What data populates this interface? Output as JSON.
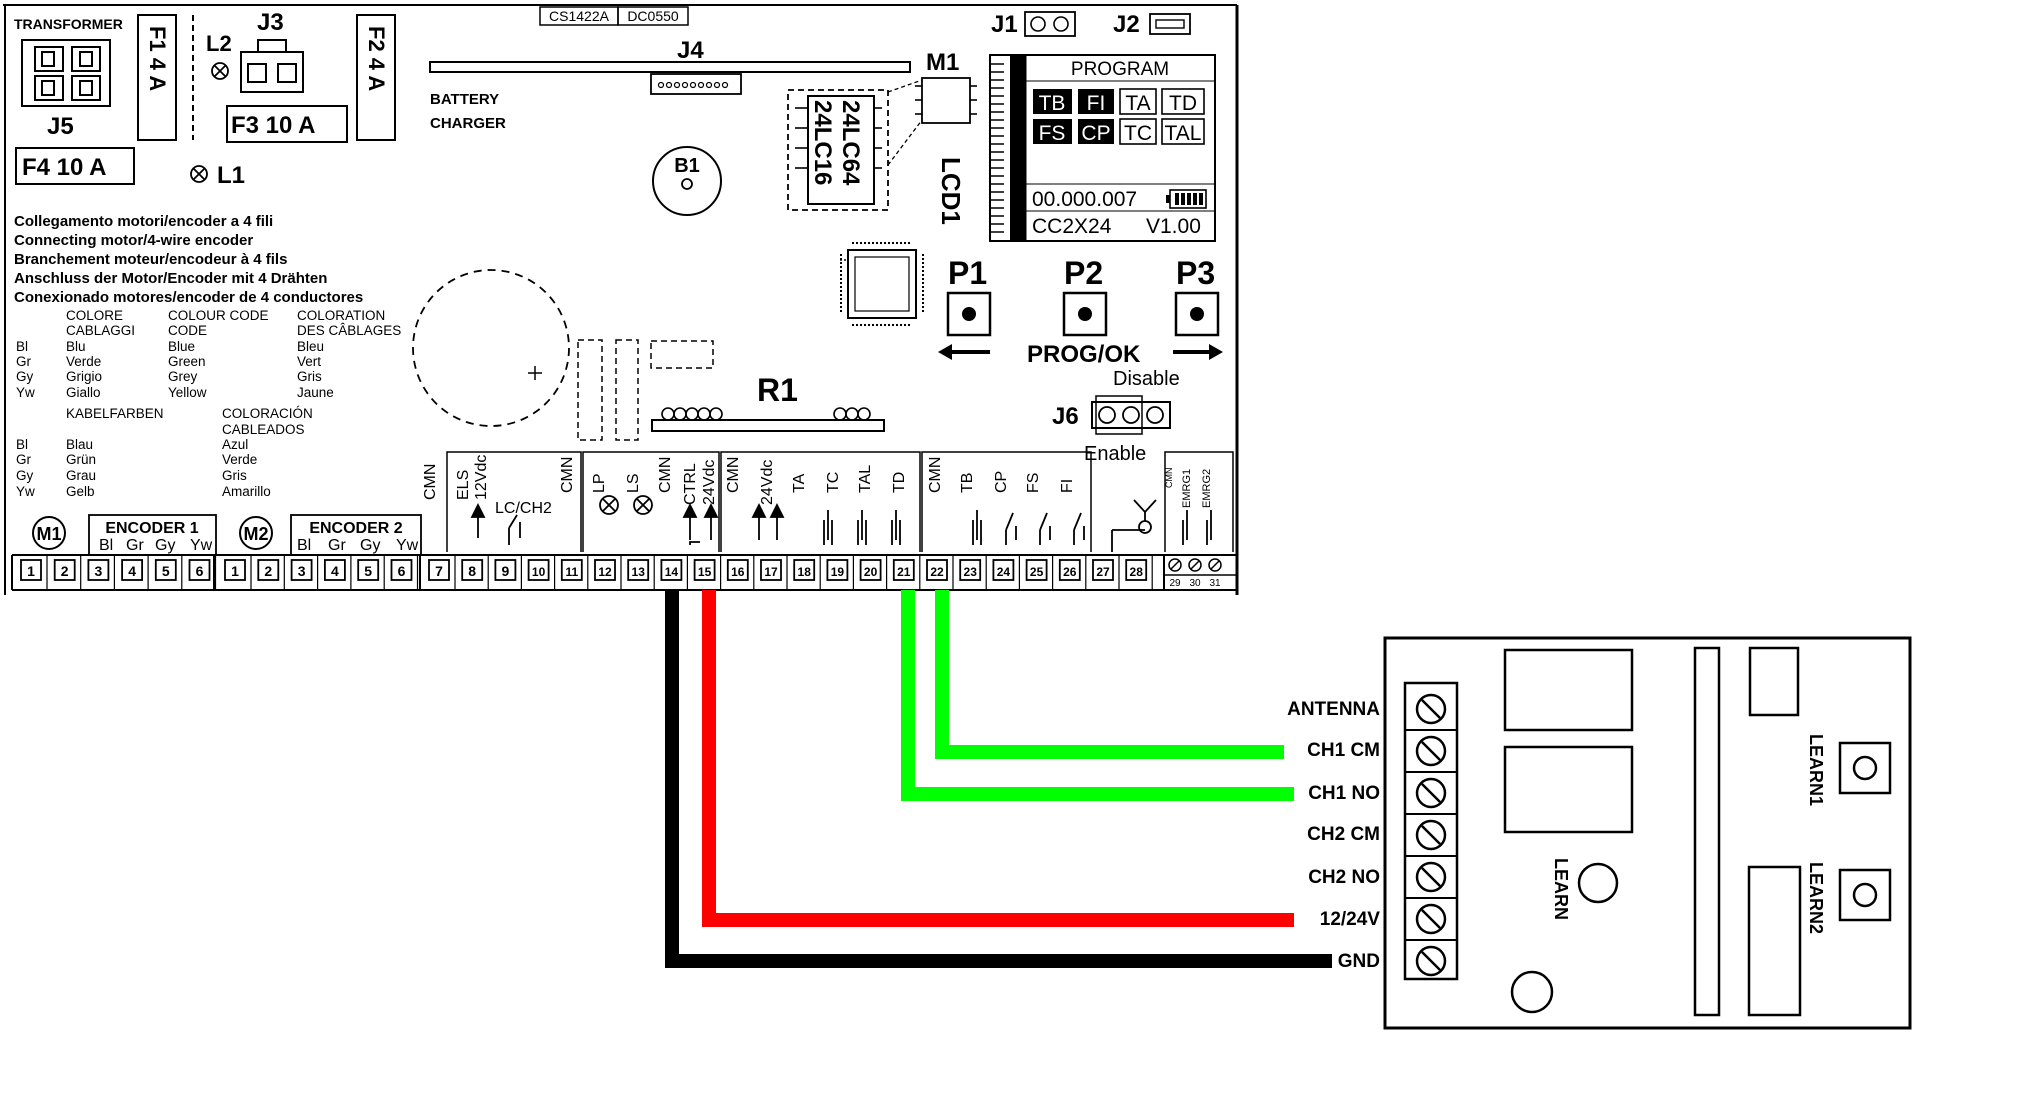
{
  "board": {
    "code1": "CS1422A",
    "code2": "DC0550",
    "transformer": "TRANSFORMER",
    "j5": "J5",
    "j3": "J3",
    "f1": "F1  4 A",
    "f2": "F2  4 A",
    "f3": "F3  10 A",
    "f4": "F4  10 A",
    "l1": "L1",
    "l2": "L2",
    "j4": "J4",
    "battery": "BATTERY",
    "charger": "CHARGER",
    "b1": "B1",
    "chip_a": "24LC64",
    "chip_b": "24LC16",
    "m1": "M1",
    "j1": "J1",
    "j2": "J2",
    "lcd": "LCD1",
    "r1": "R1",
    "p1": "P1",
    "p2": "P2",
    "p3": "P3",
    "prog_ok": "PROG/OK",
    "j6": "J6",
    "disable": "Disable",
    "enable": "Enable"
  },
  "lcd_screen": {
    "title": "PROGRAM",
    "row1": [
      "TB",
      "FI",
      "TA",
      "TD"
    ],
    "row2": [
      "FS",
      "CP",
      "TC",
      "TAL"
    ],
    "counter": "00.000.007",
    "model": "CC2X24",
    "version": "V1.00"
  },
  "wiring_note": [
    "Collegamento motori/encoder a 4 fili",
    "Connecting motor/4-wire encoder",
    "Branchement moteur/encodeur à 4 fils",
    "Anschluss der Motor/Encoder mit 4 Drähten",
    "Conexionado motores/encoder de 4 conductores"
  ],
  "color_codes": {
    "headers_top": [
      "COLORE",
      "CABLAGGI",
      "COLOUR CODE",
      "CODE",
      "COLORATION",
      "DES CÂBLAGES"
    ],
    "abbr": [
      "Bl",
      "Gr",
      "Gy",
      "Yw"
    ],
    "it": [
      "Blu",
      "Verde",
      "Grigio",
      "Giallo"
    ],
    "en": [
      "Blue",
      "Green",
      "Grey",
      "Yellow"
    ],
    "fr": [
      "Bleu",
      "Vert",
      "Gris",
      "Jaune"
    ],
    "header_de": "KABELFARBEN",
    "header_es1": "COLORACIÓN",
    "header_es2": "CABLEADOS",
    "de": [
      "Blau",
      "Grün",
      "Grau",
      "Gelb"
    ],
    "es": [
      "Azul",
      "Verde",
      "Gris",
      "Amarillo"
    ]
  },
  "encoders": {
    "m1": "M1",
    "m2": "M2",
    "enc1": "ENCODER 1",
    "enc2": "ENCODER 2",
    "cols": [
      "Bl",
      "Gr",
      "Gy",
      "Yw"
    ]
  },
  "terminal_labels": [
    {
      "label": "CMN"
    },
    {
      "label": "ELS"
    },
    {
      "label": "12Vdc"
    },
    {
      "label": "LC/CH2"
    },
    {
      "label": "CMN"
    },
    {
      "label": "LP"
    },
    {
      "label": "LS"
    },
    {
      "label": "CMN"
    },
    {
      "label": "CTRL"
    },
    {
      "label": "24Vdc"
    },
    {
      "label": "CMN"
    },
    {
      "label": "24Vdc"
    },
    {
      "label": "TA"
    },
    {
      "label": "TC"
    },
    {
      "label": "TAL"
    },
    {
      "label": "TD"
    },
    {
      "label": "CMN"
    },
    {
      "label": "TB"
    },
    {
      "label": "CP"
    },
    {
      "label": "FS"
    },
    {
      "label": "FI"
    },
    {
      "label": "CMN"
    },
    {
      "label": "EMRG1"
    },
    {
      "label": "EMRG2"
    }
  ],
  "terminals": [
    "1",
    "2",
    "3",
    "4",
    "5",
    "6",
    "1",
    "2",
    "3",
    "4",
    "5",
    "6",
    "7",
    "8",
    "9",
    "10",
    "11",
    "12",
    "13",
    "14",
    "15",
    "16",
    "17",
    "18",
    "19",
    "20",
    "21",
    "22",
    "23",
    "24",
    "25",
    "26",
    "27",
    "28"
  ],
  "small_terminals": [
    "29",
    "30",
    "31"
  ],
  "receiver": {
    "pins": [
      "ANTENNA",
      "CH1 CM",
      "CH1 NO",
      "CH2 CM",
      "CH2 NO",
      "12/24V",
      "GND"
    ],
    "learn": "LEARN",
    "learn1": "LEARN1",
    "learn2": "LEARN2"
  },
  "wire_colors": {
    "gnd": "#000000",
    "power": "#ff0000",
    "ch1": "#00ff00"
  }
}
